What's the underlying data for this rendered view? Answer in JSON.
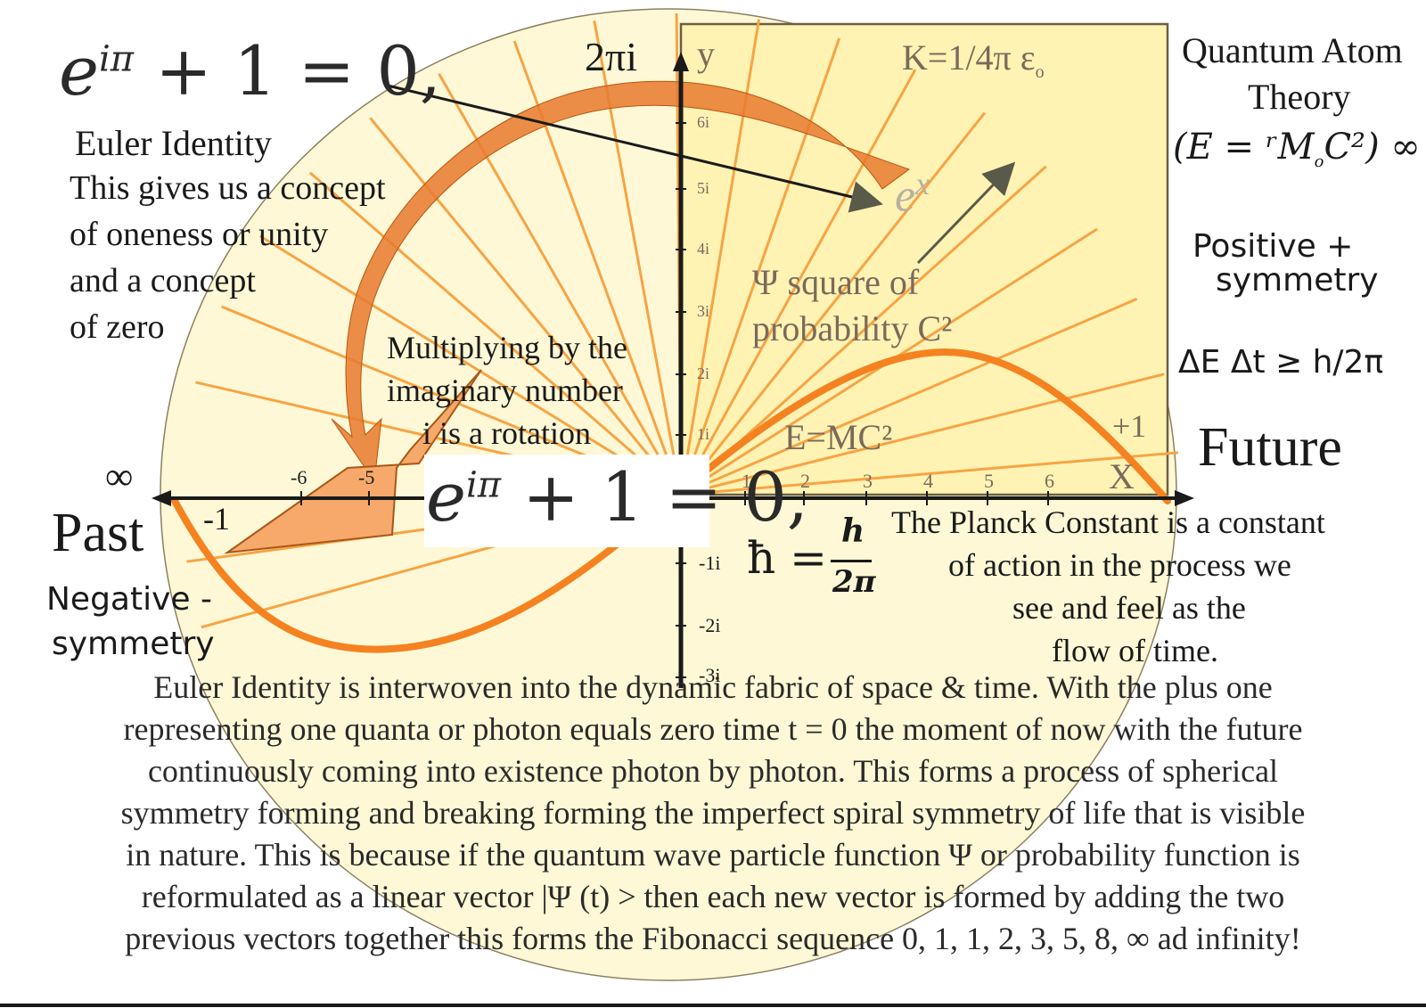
{
  "colors": {
    "disc": "#fff7d0",
    "box": "#fff3b8",
    "ray": "#f7a444",
    "wave": "#f58220",
    "arc": "#e46c21",
    "arrow_fill": "#f6a96a",
    "axis": "#1a1a1a"
  },
  "euler": {
    "top_formula": "e",
    "top_exp": "iπ",
    "top_rest": "+ 1 = 0,",
    "center_formula": "e",
    "center_exp": "iπ",
    "center_rest": "+ 1 = 0,",
    "title": "Euler Identity",
    "desc": [
      "This gives us a concept",
      "of oneness or unity",
      "and a concept",
      "of zero"
    ]
  },
  "labels": {
    "two_pi_i": "2πi",
    "y_axis": "y",
    "k_const": "K=1/4π ε",
    "k_sub": "o",
    "ex": "e",
    "ex_sup": "x",
    "psi": [
      "Ψ square of",
      "probability C²"
    ],
    "emc": "E=MC²",
    "plus_one": "+1",
    "x_axis": "X",
    "infinity": "∞",
    "past": "Past",
    "future": "Future",
    "minus_one": "-1",
    "multiplying": [
      "Multiplying by the",
      "imaginary number",
      "i is a rotation"
    ],
    "hbar_lhs": "ħ =",
    "hbar_num": "h",
    "hbar_den": "2π"
  },
  "right_panel": {
    "title": [
      "Quantum Atom",
      "Theory"
    ],
    "formula": "(E = ʳM",
    "formula_sub": "o",
    "formula_tail": "C²) ∞",
    "positive": [
      "Positive +",
      "symmetry"
    ],
    "uncertainty": "ΔE Δt ≥ h/2π"
  },
  "left_panel": {
    "negative": [
      "Negative -",
      "symmetry"
    ]
  },
  "planck": [
    "The Planck Constant  is a constant",
    "of action in the process we",
    "see and feel as the",
    "flow of time."
  ],
  "axis_ticks": {
    "x_positive": [
      "1",
      "2",
      "3",
      "4",
      "5",
      "6"
    ],
    "x_negative": [
      "-6",
      "-5"
    ],
    "y_positive": [
      "6i",
      "5i",
      "4i",
      "3i",
      "2i",
      "1i"
    ],
    "y_negative": [
      "-1i",
      "-2i",
      "-3i"
    ]
  },
  "paragraph": [
    "Euler Identity is interwoven into the dynamic fabric of space & time. With the plus one",
    "representing one quanta or photon equals zero time t = 0 the moment of now with the future",
    "continuously coming into existence photon by photon. This forms a process of spherical",
    "symmetry forming and breaking forming the imperfect spiral symmetry of life that is visible",
    "in nature. This is because if the quantum wave particle function Ψ or probability function is",
    "reformulated as a linear vector |Ψ (t) > then each new vector is formed by adding the two",
    "previous vectors together this forms the Fibonacci sequence 0, 1, 1, 2, 3, 5, 8, ∞ ad infinity!"
  ]
}
